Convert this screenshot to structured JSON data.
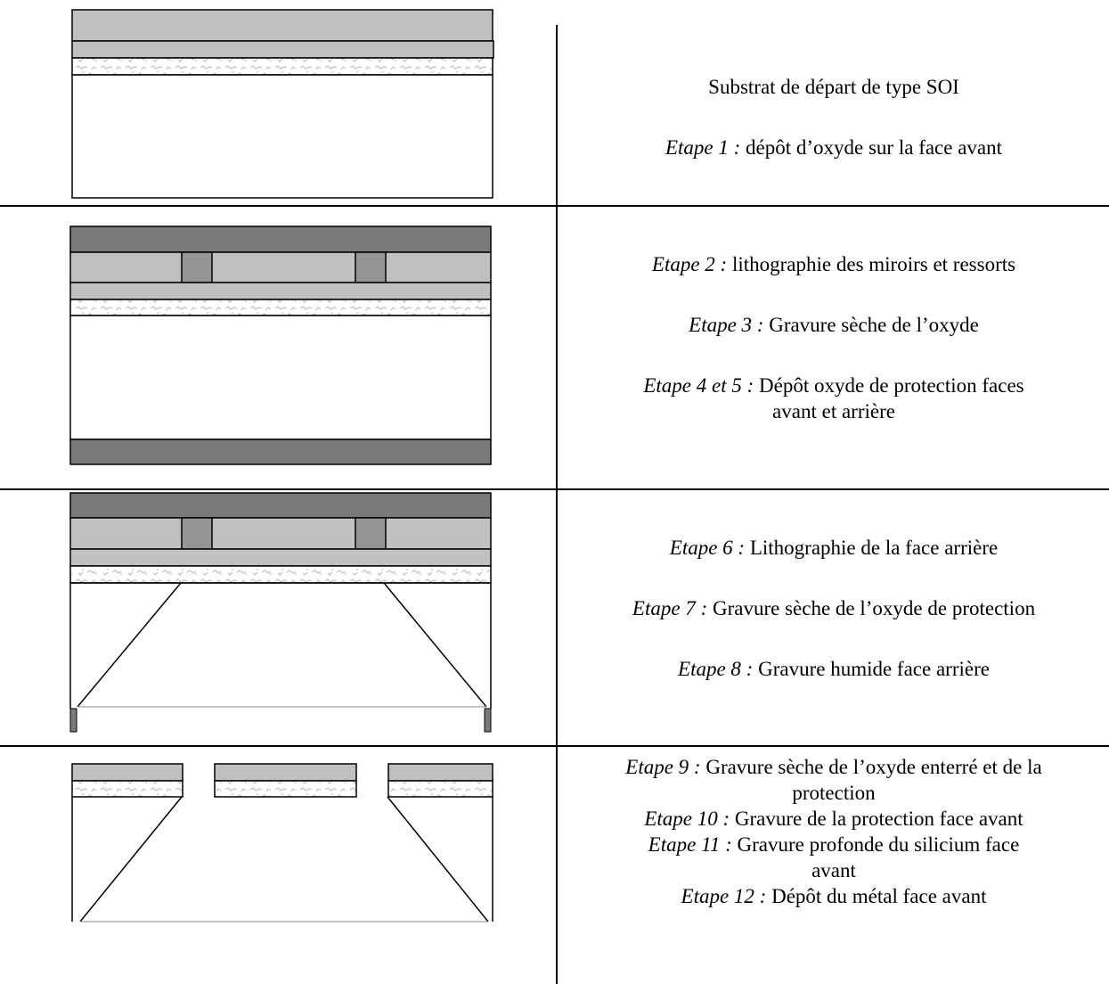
{
  "colors": {
    "silicon_layer": "#c0c0c0",
    "protection_oxide": "#7a7a7a",
    "mask_pattern": "#959595",
    "buried_oxide_texture": "#d2d2d2",
    "outline": "#000000"
  },
  "steps": [
    {
      "lines": [
        {
          "label": "",
          "text": "Substrat de départ de type SOI"
        },
        {
          "label": "Etape 1 :",
          "text": "dépôt d’oxyde sur la face avant"
        }
      ]
    },
    {
      "lines": [
        {
          "label": "Etape 2 :",
          "text": "lithographie des miroirs et ressorts"
        },
        {
          "label": "Etape 3 :",
          "text": "Gravure sèche de l’oxyde"
        },
        {
          "label": "Etape 4 et 5 :",
          "text": "Dépôt oxyde de protection faces"
        },
        {
          "label": "",
          "text": "avant et arrière"
        }
      ]
    },
    {
      "lines": [
        {
          "label": "Etape 6 :",
          "text": "Lithographie de la face arrière"
        },
        {
          "label": "Etape 7 :",
          "text": "Gravure sèche de l’oxyde de protection"
        },
        {
          "label": "Etape 8 :",
          "text": "Gravure humide face arrière"
        }
      ]
    },
    {
      "lines": [
        {
          "label": "Etape 9 :",
          "text": "Gravure sèche de l’oxyde enterré et de la"
        },
        {
          "label": "",
          "text": "protection"
        },
        {
          "label": "Etape 10 :",
          "text": "Gravure de la protection face avant"
        },
        {
          "label": "Etape 11 :",
          "text": "Gravure profonde du silicium face"
        },
        {
          "label": "",
          "text": "avant"
        },
        {
          "label": "Etape 12 :",
          "text": "Dépôt du métal face avant"
        }
      ]
    }
  ]
}
